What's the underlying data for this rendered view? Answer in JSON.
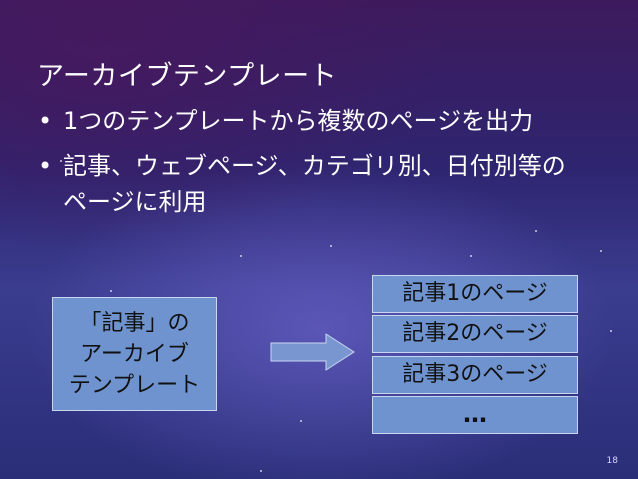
{
  "slide": {
    "title": "アーカイブテンプレート",
    "bullets": [
      {
        "marker": "•",
        "text": "1つのテンプレートから複数のページを出力"
      },
      {
        "marker": "•",
        "text": "記事、ウェブページ、カテゴリ別、日付別等のページに利用"
      }
    ],
    "diagram": {
      "source_line1": "「記事」の",
      "source_line2": "アーカイブ",
      "source_line3": "テンプレート",
      "arrow_icon": "right-arrow-icon",
      "outputs": [
        "記事1のページ",
        "記事2のページ",
        "記事3のページ",
        "…"
      ]
    },
    "slide_number": "18"
  },
  "colors": {
    "box_fill": "#6f93cf",
    "arrow_fill": "#7a96d0",
    "text": "#ffffff"
  }
}
